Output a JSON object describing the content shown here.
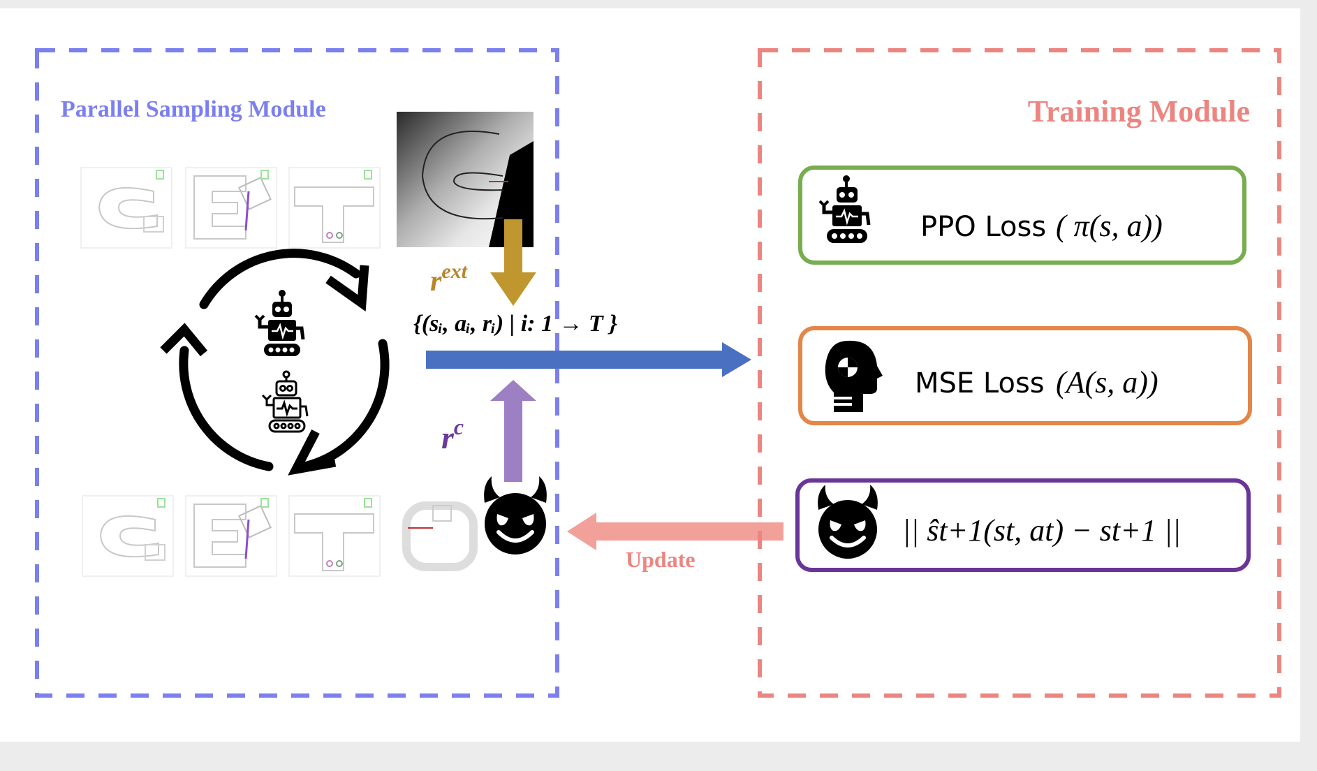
{
  "colors": {
    "sampling_border": "#7b7ff0",
    "training_border": "#ec8580",
    "ppo_box": "#78ad4e",
    "mse_box": "#e3864a",
    "pred_box": "#6a3598",
    "ext_arrow": "#c0962e",
    "c_arrow": "#9d7fc4",
    "main_arrow": "#4a70c2",
    "update_arrow": "#f2a09a",
    "rext_text": "#b8862a",
    "rc_text": "#6b3a9a",
    "update_text": "#ec8580"
  },
  "sampling_module": {
    "title": "Parallel Sampling Module"
  },
  "training_module": {
    "title": "Training Module"
  },
  "labels": {
    "r_ext_base": "r",
    "r_ext_sup": "ext",
    "r_c_base": "r",
    "r_c_sup": "c",
    "trajectory": "{(sᵢ, aᵢ, rᵢ) | i: 1 → T }",
    "update": "Update"
  },
  "loss_boxes": [
    {
      "label": "PPO Loss",
      "formula": "( π(s, a))",
      "icon": "robot-icon"
    },
    {
      "label": "MSE Loss",
      "formula": "(A(s, a))",
      "icon": "head-icon"
    },
    {
      "label": "",
      "formula": "|| ŝt+1(st, at)  − st+1 ||",
      "icon": "devil-icon"
    }
  ],
  "icons": [
    "robot-icon",
    "robot-outline-icon",
    "devil-icon",
    "cycle-arrows-icon",
    "head-icon"
  ]
}
